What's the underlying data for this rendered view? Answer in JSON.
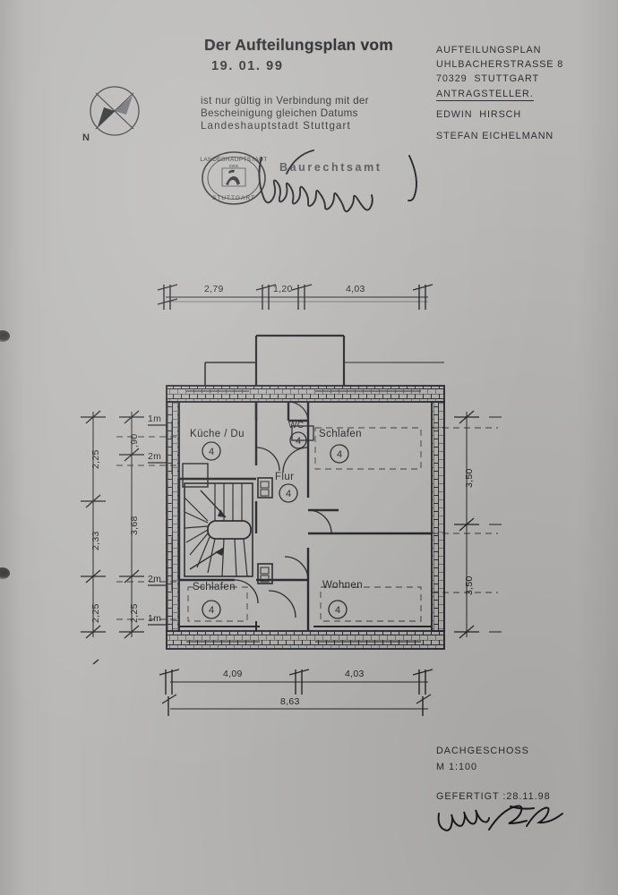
{
  "document": {
    "title": "Der Aufteilungsplan vom",
    "date_stamp": "19. 01. 99",
    "validity_lines": [
      "ist nur gültig in Verbindung mit der",
      "Bescheinigung gleichen Datums",
      "Landeshauptstadt Stuttgart"
    ],
    "office_label": "Baurechtsamt"
  },
  "stamp": {
    "top_text": "LANDESHAUPTSTADT",
    "bottom_text": "STUTTGART",
    "inner_text": "8905"
  },
  "compass": {
    "north_label": "N"
  },
  "address_block": {
    "lines": [
      "AUFTEILUNGSPLAN",
      "UHLBACHERSTRASSE 8",
      "70329  STUTTGART"
    ],
    "applicant_heading": "ANTRAGSTELLER.",
    "applicants": [
      "EDWIN  HIRSCH",
      "STEFAN EICHELMANN"
    ]
  },
  "title_block": {
    "floor": "DACHGESCHOSS",
    "scale": "M 1:100",
    "prepared": "GEFERTIGT :28.11.98"
  },
  "floorplan": {
    "rooms": [
      {
        "name": "Küche / Du",
        "unit": "4"
      },
      {
        "name": "WC",
        "unit": "4"
      },
      {
        "name": "Flur",
        "unit": "4"
      },
      {
        "name": "Schlafen",
        "unit": "4"
      },
      {
        "name": "Schlafen",
        "unit": "4"
      },
      {
        "name": "Wohnen",
        "unit": "4"
      }
    ],
    "dimensions": {
      "top": [
        "2,79",
        "1,20",
        "4,03"
      ],
      "bottom": [
        "4,09",
        "4,03"
      ],
      "bottom_total": "8,63",
      "left_outer": [
        "2,25",
        "2,33",
        "2,25"
      ],
      "left_inner": [
        ",90",
        "3,68",
        "2,25"
      ],
      "right": [
        "3,50",
        "3,50"
      ],
      "height_marks": [
        "1m",
        "2m",
        "2m",
        "1m"
      ]
    }
  }
}
